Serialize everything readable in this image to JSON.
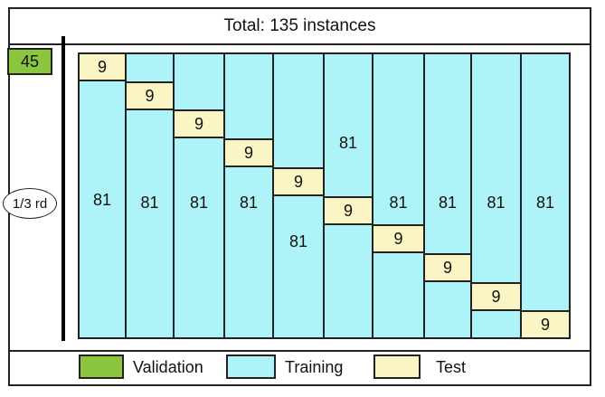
{
  "title": "Total: 135 instances",
  "validation_count": "45",
  "side_label": "1/3 rd",
  "folds": [
    {
      "test": "9",
      "train": "81"
    },
    {
      "test": "9",
      "train": "81"
    },
    {
      "test": "9",
      "train": "81"
    },
    {
      "test": "9",
      "train": "81"
    },
    {
      "test": "9",
      "train": "81"
    },
    {
      "test": "9",
      "train": "81"
    },
    {
      "test": "9",
      "train": "81"
    },
    {
      "test": "9",
      "train": "81"
    },
    {
      "test": "9",
      "train": "81"
    },
    {
      "test": "9",
      "train": "81"
    }
  ],
  "legend": {
    "validation": "Validation",
    "training": "Training",
    "test": "Test"
  },
  "colors": {
    "validation": "#8cc63f",
    "training": "#aef3f7",
    "test": "#fbf4c4"
  }
}
